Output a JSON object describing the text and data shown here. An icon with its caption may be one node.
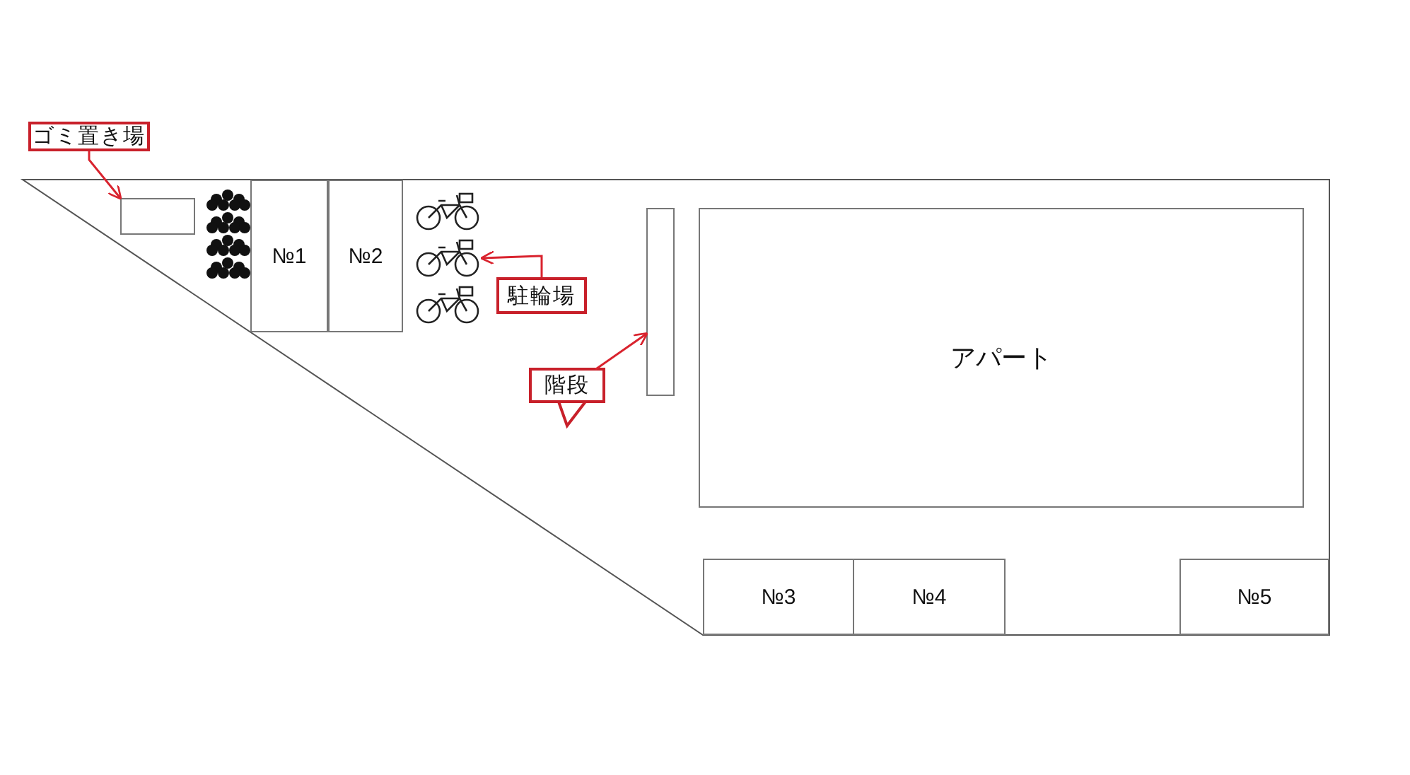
{
  "diagram": {
    "nodes": [
      {
        "text": [
          "ゴミ置き場"
        ]
      },
      {
        "text": [],
        "shape": "box"
      },
      {
        "text": [
          "№1"
        ]
      },
      {
        "text": [
          "№2"
        ]
      },
      {
        "text": [],
        "shape": "picture"
      },
      {
        "text": [
          "駐輪場"
        ]
      },
      {
        "text": [],
        "shape": "box"
      },
      {
        "text": [
          "階段"
        ]
      },
      {
        "text": [
          "アパート"
        ]
      },
      {
        "text": [
          "№3"
        ]
      },
      {
        "text": [
          "№4"
        ]
      },
      {
        "text": [
          "№5"
        ]
      }
    ],
    "edges": [
      {
        "from": 0,
        "to": 1,
        "arrow": "to",
        "color": "#d9232e"
      },
      {
        "from": 5,
        "to": 4,
        "arrow": "to",
        "color": "#d9232e"
      },
      {
        "from": 7,
        "to": 6,
        "arrow": "to",
        "color": "#d9232e"
      }
    ]
  }
}
